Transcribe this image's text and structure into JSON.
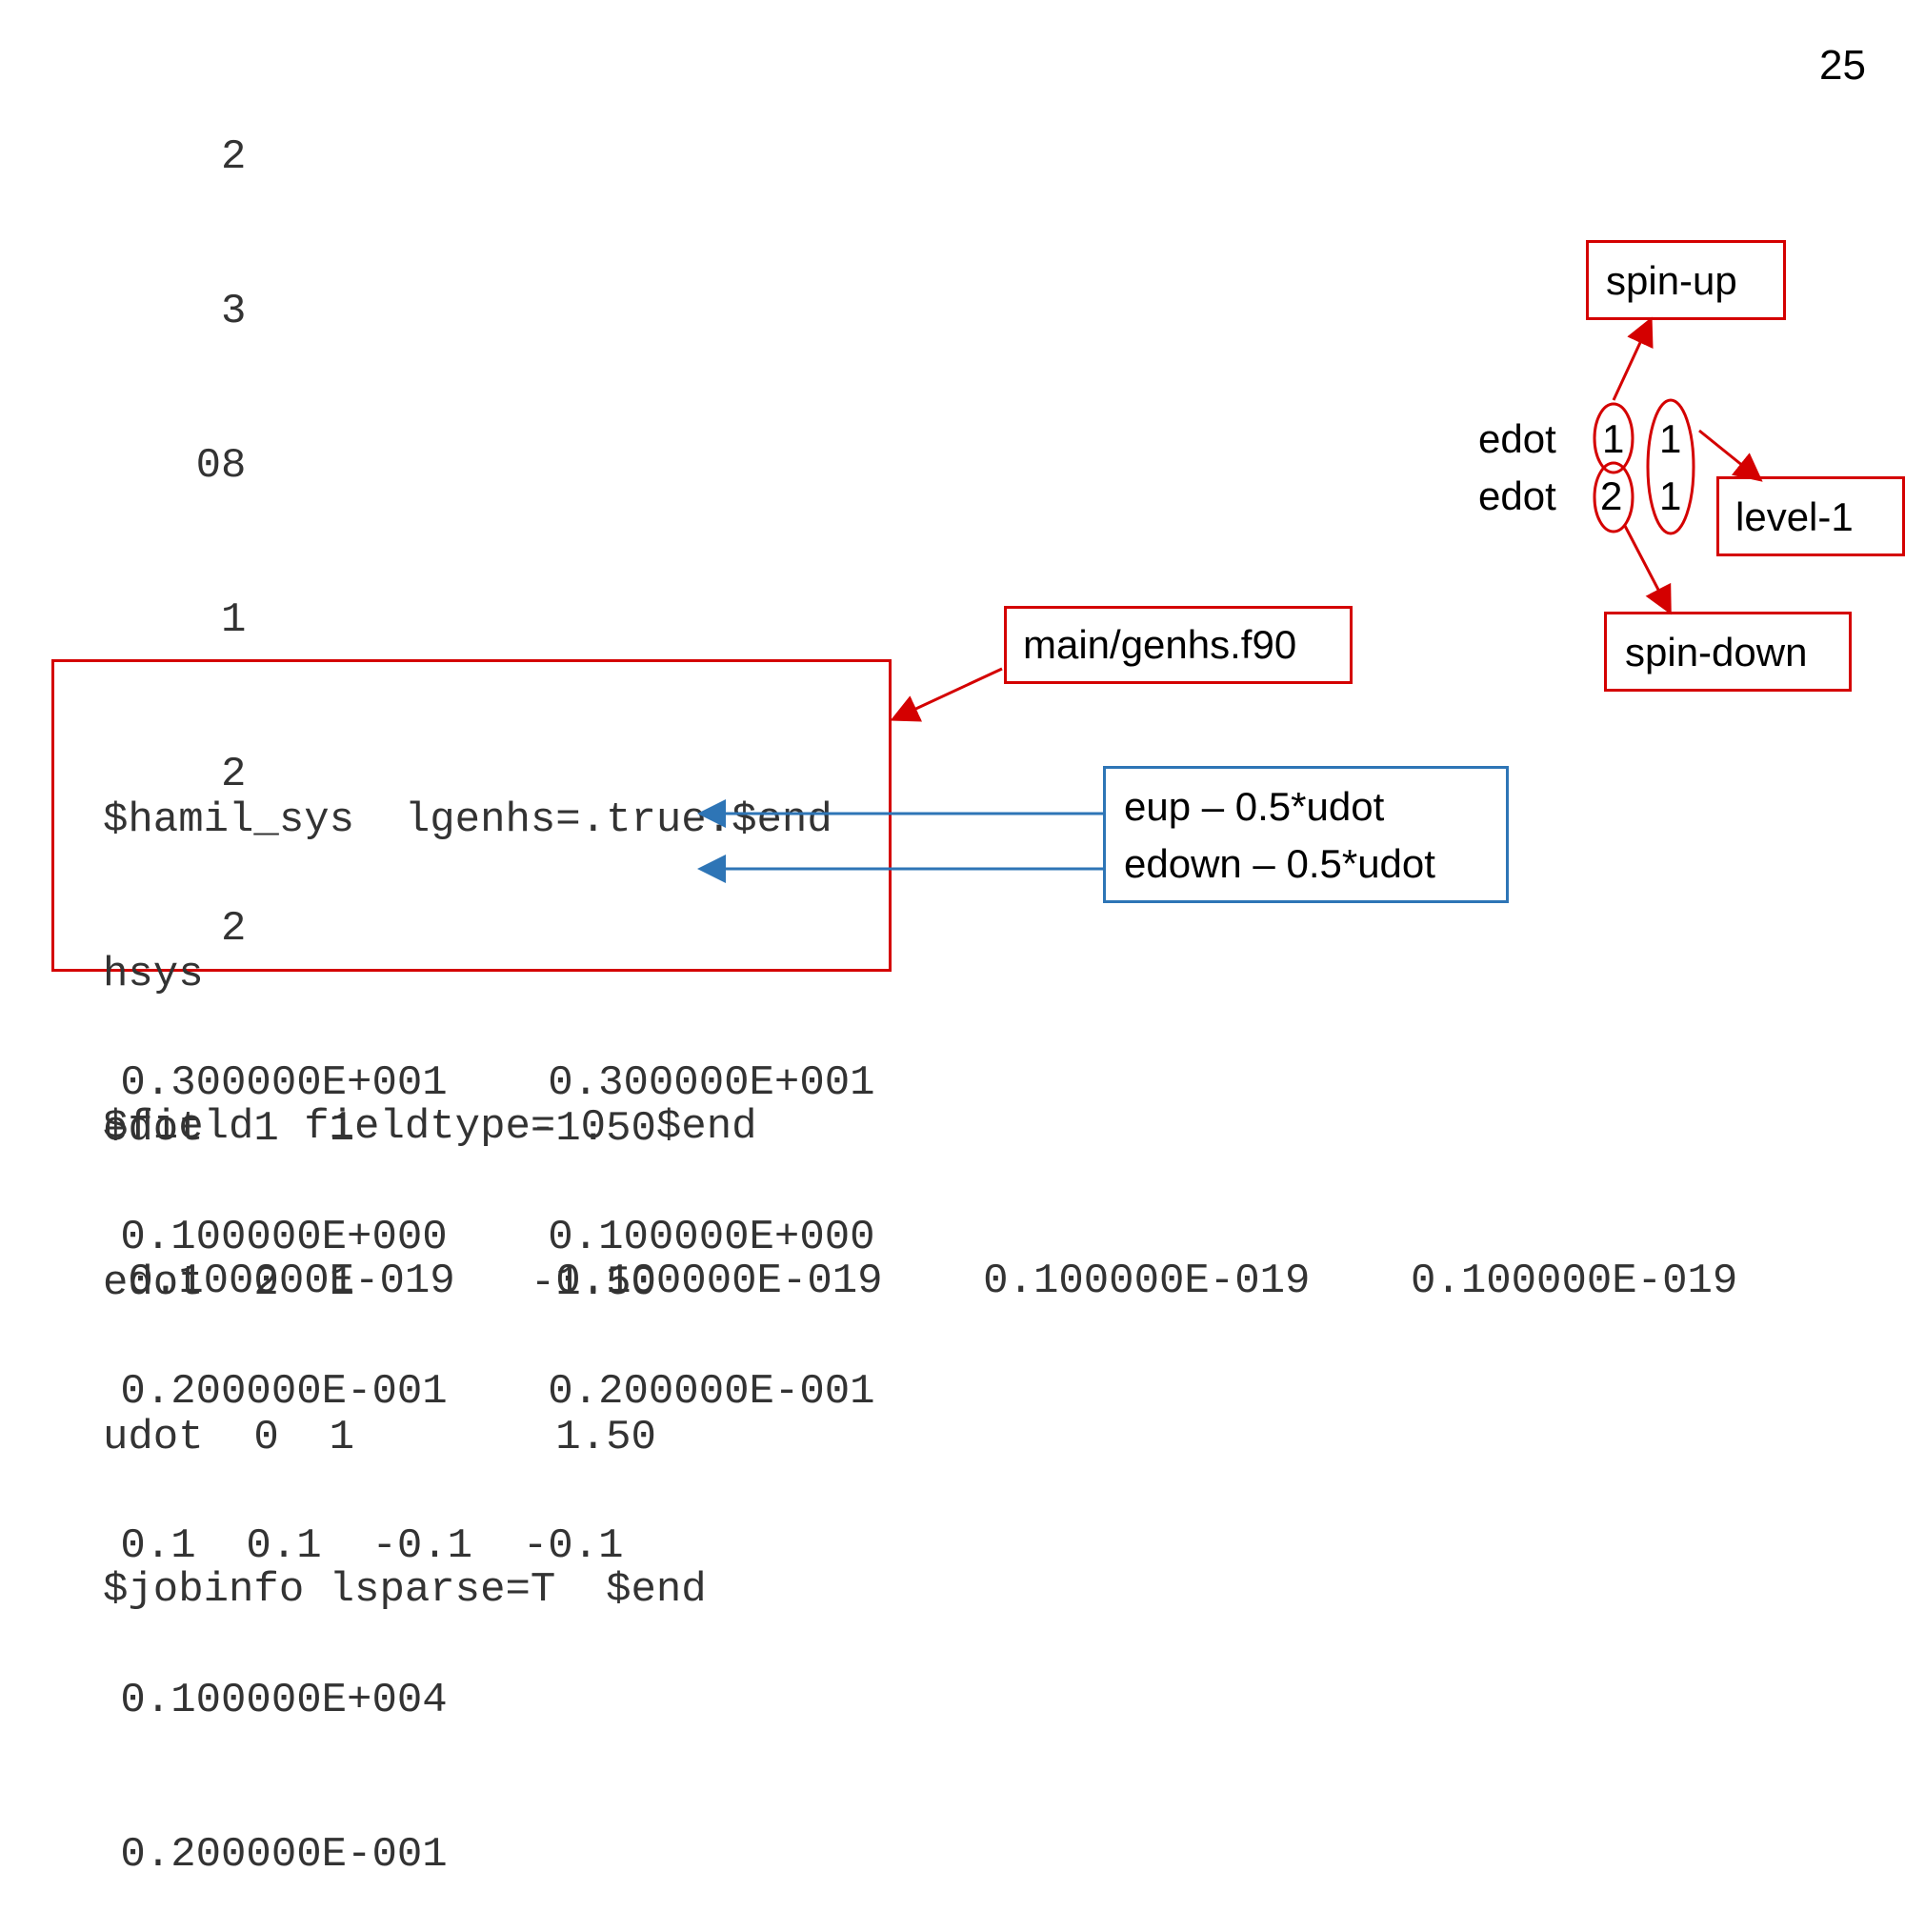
{
  "page_number": "25",
  "top_listing": {
    "lines": [
      "     2",
      "     3",
      "    08",
      "     1",
      "     2",
      "     2",
      " 0.300000E+001    0.300000E+001",
      " 0.100000E+000    0.100000E+000",
      " 0.200000E-001    0.200000E-001",
      " 0.1  0.1  -0.1  -0.1",
      " 0.100000E+004",
      " 0.200000E-001"
    ]
  },
  "hamil_block": {
    "lines": [
      "$hamil_sys  lgenhs=.true.$end",
      "hsys",
      "edot  1  1       -1.50",
      "edot  2  1       -1.50",
      "udot  0  1        1.50"
    ]
  },
  "bottom_listing": {
    "lines": [
      "$field  fieldtype= 0  $end",
      " 0.100000E-019    0.100000E-019    0.100000E-019    0.100000E-019",
      "",
      "$jobinfo lsparse=T  $end"
    ]
  },
  "callouts": {
    "genhs_label": "main/genhs.f90",
    "energy_lines": [
      "eup – 0.5*udot",
      "edown – 0.5*udot"
    ],
    "spin_up": "spin-up",
    "spin_down": "spin-down",
    "level_1": "level-1"
  },
  "edot_diagram": {
    "rows": [
      {
        "name": "edot",
        "spin": "1",
        "level": "1"
      },
      {
        "name": "edot",
        "spin": "2",
        "level": "1"
      }
    ]
  },
  "colors": {
    "annotation_red": "#d40000",
    "annotation_blue": "#2e75b6",
    "listing_text": "#333333"
  }
}
